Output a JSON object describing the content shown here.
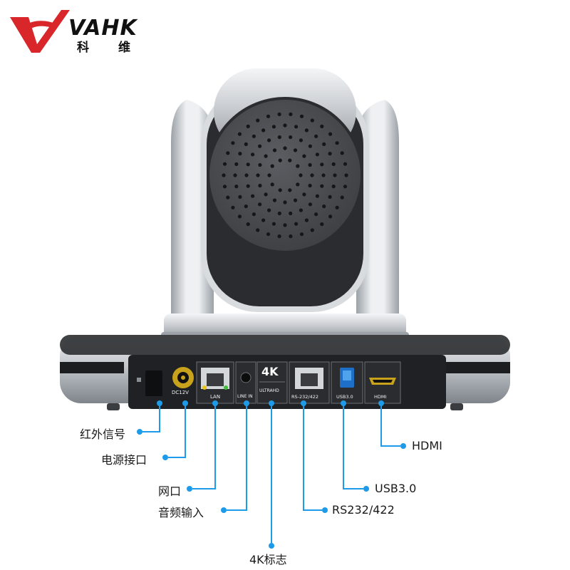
{
  "brand": {
    "wordmark": "VAHK",
    "sub_1": "科",
    "sub_2": "维"
  },
  "ports": {
    "power_top": "DC12V",
    "lan": "LAN",
    "line_in": "LINE IN",
    "k4_badge": "4K",
    "ultrahd": "ULTRAHD",
    "rs232": "RS-232/422",
    "usb": "USB3.0",
    "hdmi": "HDMI"
  },
  "callouts": {
    "ir": "红外信号",
    "power": "电源接口",
    "network": "网口",
    "audio": "音频输入",
    "k4": "4K标志",
    "rs232": "RS232/422",
    "usb": "USB3.0",
    "hdmi": "HDMI"
  },
  "colors": {
    "accent_blue": "#1e9be8",
    "logo_red": "#d8262b",
    "body_silver": "#c9cdd2",
    "panel_dark": "#1f2124"
  }
}
